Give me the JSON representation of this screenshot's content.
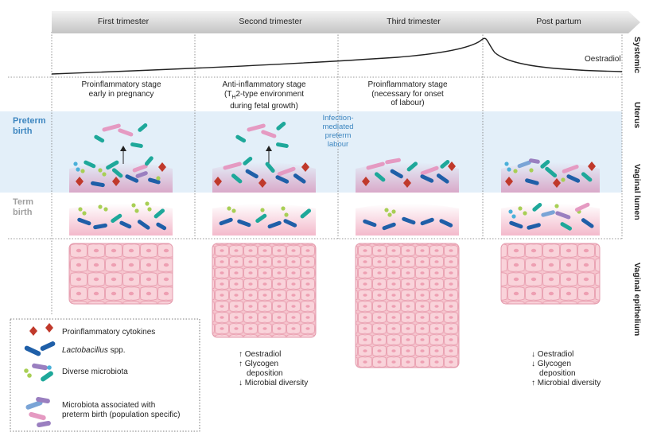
{
  "timeline": {
    "stages": [
      "First trimester",
      "Second trimester",
      "Third trimester",
      "Post partum"
    ]
  },
  "systemic": {
    "section_label": "Systemic",
    "hormone_label": "Oestradiol"
  },
  "uterus": {
    "section_label": "Uterus",
    "stage_texts": [
      [
        "Proinflammatory stage",
        "early in pregnancy"
      ],
      [
        "Anti-inflammatory stage",
        "(T",
        "H",
        "2-type environment",
        "during fetal growth)"
      ],
      [
        "Proinflammatory stage",
        "(necessary for onset",
        "of labour)"
      ]
    ],
    "infection_note": [
      "Infection-",
      "mediated",
      "preterm",
      "labour"
    ]
  },
  "bands": {
    "preterm_label": [
      "Preterm",
      "birth"
    ],
    "term_label": [
      "Term",
      "birth"
    ],
    "preterm_color": "#3d86c0",
    "term_color": "#a0a0a0"
  },
  "vaginal_lumen": {
    "section_label": "Vaginal lumen"
  },
  "vaginal_epithelium": {
    "section_label": "Vaginal epithelium"
  },
  "changes": {
    "second_trimester": [
      "↑ Oestradiol",
      "↑ Glycogen",
      "deposition",
      "↓ Microbial diversity"
    ],
    "post_partum": [
      "↓ Oestradiol",
      "↓ Glycogen",
      "deposition",
      "↑ Microbial diversity"
    ]
  },
  "legend": {
    "items": [
      {
        "label": "Proinflammatory cytokines",
        "icon": "cytokine-diamonds"
      },
      {
        "label_italic": "Lactobacillus",
        "label_rest": " spp.",
        "icon": "lactobacillus-rods"
      },
      {
        "label": "Diverse microbiota",
        "icon": "diverse-microbiota"
      },
      {
        "label_lines": [
          "Microbiota associated with",
          "preterm birth (population specific)"
        ],
        "icon": "preterm-microbiota"
      }
    ]
  },
  "colors": {
    "lactobacillus": "#1f5fa8",
    "teal": "#1ea89a",
    "cytokine": "#c0392b",
    "pink_microbe": "#e59ac2",
    "purple": "#9a7fc0",
    "lightgreen": "#a8cf55",
    "lightblue_dot": "#4ab0d9",
    "epithelium": "#f5c2cc",
    "band_blue": "#e3eff9",
    "arrow_fill": "#cfcfcf"
  }
}
